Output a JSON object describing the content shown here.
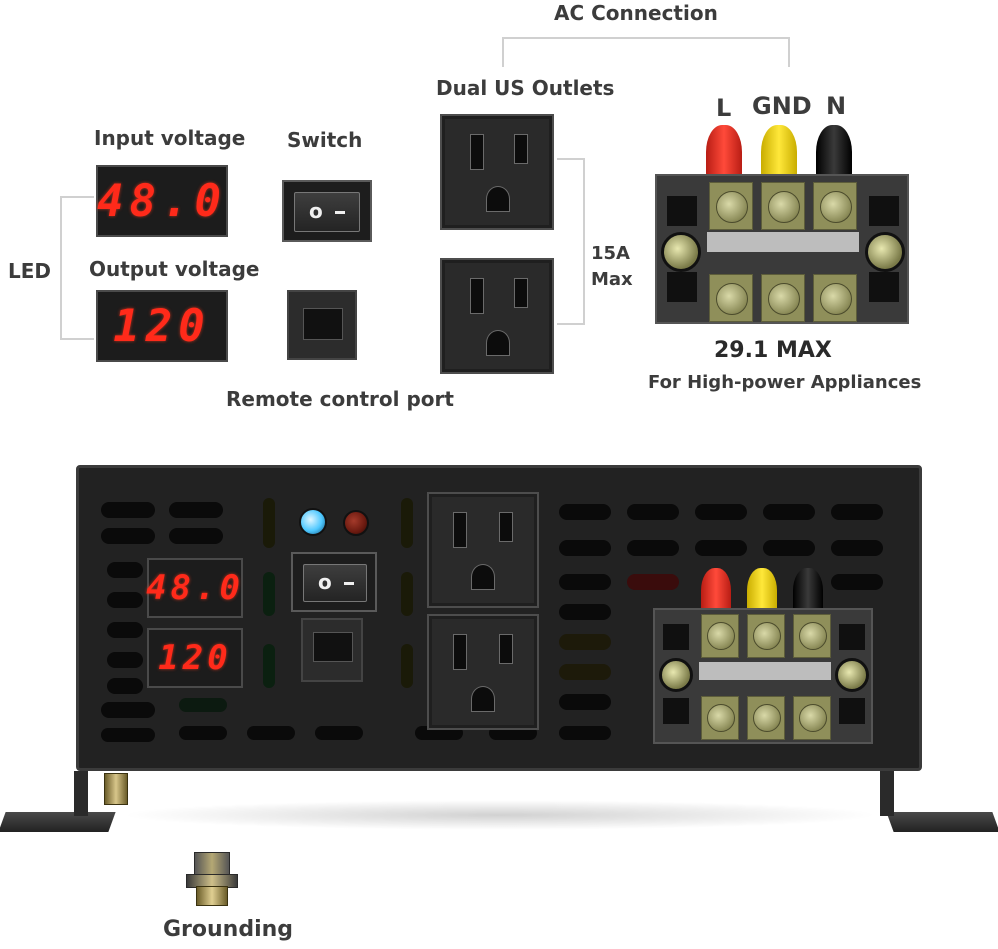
{
  "labels": {
    "ac_connection": "AC Connection",
    "dual_us_outlets": "Dual US Outlets",
    "input_voltage": "Input voltage",
    "switch": "Switch",
    "led": "LED",
    "output_voltage": "Output voltage",
    "max_current": "15A\nMax",
    "remote_control_port": "Remote control port",
    "terminal_l": "L",
    "terminal_gnd": "GND",
    "terminal_n": "N",
    "terminal_max": "29.1 MAX",
    "high_power": "For High-power Appliances",
    "grounding": "Grounding"
  },
  "displays": {
    "input_reading": "48.0",
    "output_reading": "120"
  },
  "colors": {
    "led_red": "#ff2a1a",
    "terminal_live": "#e8392c",
    "terminal_ground": "#f2d81c",
    "terminal_neutral": "#1a1a1a",
    "status_blue": "#4ec8ff",
    "status_red": "#6b1a10"
  },
  "icons": [
    "rocker-switch-icon",
    "rj45-port-icon",
    "us-outlet-icon",
    "terminal-block-icon",
    "ground-stud-icon"
  ]
}
